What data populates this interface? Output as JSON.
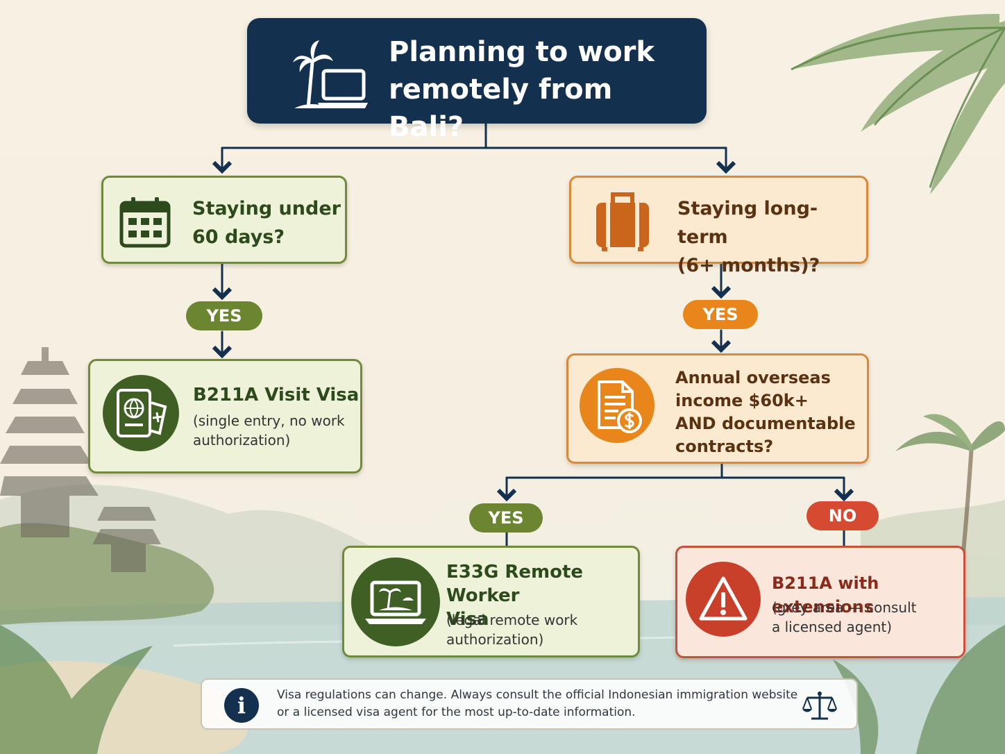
{
  "title": {
    "line1": "Planning to work",
    "line2": "remotely from Bali?"
  },
  "branches": {
    "short_stay": {
      "question_line1": "Staying under",
      "question_line2": "60 days?",
      "answer_label": "YES",
      "result_title": "B211A Visit Visa",
      "result_sub_line1": "(single entry, no work",
      "result_sub_line2": "authorization)"
    },
    "long_stay": {
      "question_line1": "Staying long-term",
      "question_line2": "(6+ months)?",
      "answer_label": "YES",
      "income_q_line1": "Annual overseas",
      "income_q_line2": "income $60k+",
      "income_q_line3": "AND documentable",
      "income_q_line4": "contracts?"
    },
    "income_yes": {
      "answer_label": "YES",
      "result_title_line1": "E33G Remote Worker",
      "result_title_line2": "Visa",
      "result_sub_line1": "(legal remote work",
      "result_sub_line2": "authorization)"
    },
    "income_no": {
      "answer_label": "NO",
      "result_title": "B211A with extensions",
      "result_sub_line1": "(grey area — consult",
      "result_sub_line2": "a licensed agent)"
    }
  },
  "disclaimer": {
    "line1": "Visa regulations can change. Always consult the official Indonesian immigration website",
    "line2": "or a licensed visa agent for the most up-to-date information."
  },
  "colors": {
    "navy": "#13304f",
    "green": "#6b8530",
    "orange": "#e8861c",
    "red": "#d54a30"
  }
}
